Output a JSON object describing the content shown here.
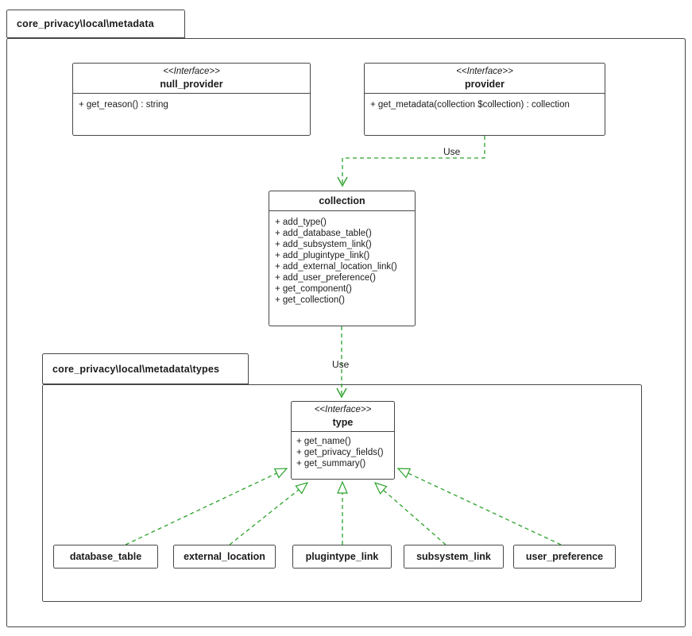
{
  "diagram": {
    "packages": {
      "metadata": {
        "label": "core_privacy\\local\\metadata"
      },
      "types": {
        "label": "core_privacy\\local\\metadata\\types"
      }
    },
    "classes": {
      "null_provider": {
        "stereotype": "<<Interface>>",
        "name": "null_provider",
        "methods": [
          "+ get_reason() : string"
        ]
      },
      "provider": {
        "stereotype": "<<Interface>>",
        "name": "provider",
        "methods": [
          "+ get_metadata(collection $collection) : collection"
        ]
      },
      "collection": {
        "name": "collection",
        "methods": [
          "+ add_type()",
          "+ add_database_table()",
          "+ add_subsystem_link()",
          "+ add_plugintype_link()",
          "+ add_external_location_link()",
          "+ add_user_preference()",
          "+ get_component()",
          "+ get_collection()"
        ]
      },
      "type": {
        "stereotype": "<<Interface>>",
        "name": "type",
        "methods": [
          "+ get_name()",
          "+ get_privacy_fields()",
          "+ get_summary()"
        ]
      },
      "database_table": {
        "name": "database_table"
      },
      "external_location": {
        "name": "external_location"
      },
      "plugintype_link": {
        "name": "plugintype_link"
      },
      "subsystem_link": {
        "name": "subsystem_link"
      },
      "user_preference": {
        "name": "user_preference"
      }
    },
    "edges": {
      "provider_to_collection": {
        "label": "Use",
        "kind": "dependency"
      },
      "collection_to_type": {
        "label": "Use",
        "kind": "dependency"
      },
      "database_table_to_type": {
        "kind": "realization"
      },
      "external_location_to_type": {
        "kind": "realization"
      },
      "plugintype_link_to_type": {
        "kind": "realization"
      },
      "subsystem_link_to_type": {
        "kind": "realization"
      },
      "user_preference_to_type": {
        "kind": "realization"
      }
    },
    "colors": {
      "edge_green": "#2aa22a",
      "line_gray": "#474747",
      "text": "#1b1b1b",
      "background": "#ffffff"
    }
  }
}
